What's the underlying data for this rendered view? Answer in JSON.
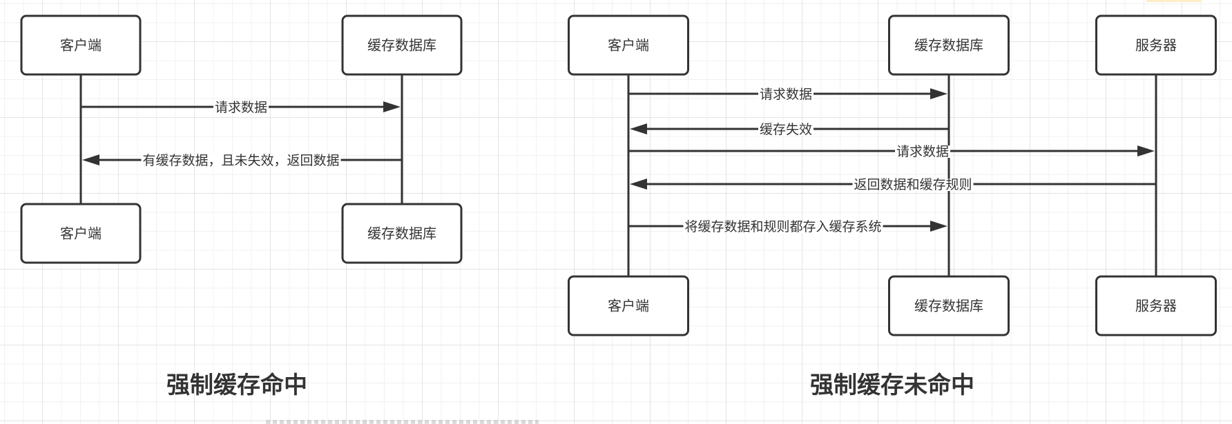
{
  "diagrams": [
    {
      "title": "强制缓存命中",
      "participants": [
        {
          "id": "client",
          "label": "客户端"
        },
        {
          "id": "cache",
          "label": "缓存数据库"
        }
      ],
      "messages": [
        {
          "from": "client",
          "to": "cache",
          "label": "请求数据"
        },
        {
          "from": "cache",
          "to": "client",
          "label": "有缓存数据，且未失效，返回数据"
        }
      ]
    },
    {
      "title": "强制缓存未命中",
      "participants": [
        {
          "id": "client",
          "label": "客户端"
        },
        {
          "id": "cache",
          "label": "缓存数据库"
        },
        {
          "id": "server",
          "label": "服务器"
        }
      ],
      "messages": [
        {
          "from": "client",
          "to": "cache",
          "label": "请求数据"
        },
        {
          "from": "cache",
          "to": "client",
          "label": "缓存失效"
        },
        {
          "from": "client",
          "to": "server",
          "label": "请求数据"
        },
        {
          "from": "server",
          "to": "client",
          "label": "返回数据和缓存规则"
        },
        {
          "from": "client",
          "to": "cache",
          "label": "将缓存数据和规则都存入缓存系统"
        }
      ]
    }
  ],
  "colors": {
    "stroke": "#333333",
    "background": "#ffffff",
    "grid": "#e4e4e4"
  }
}
